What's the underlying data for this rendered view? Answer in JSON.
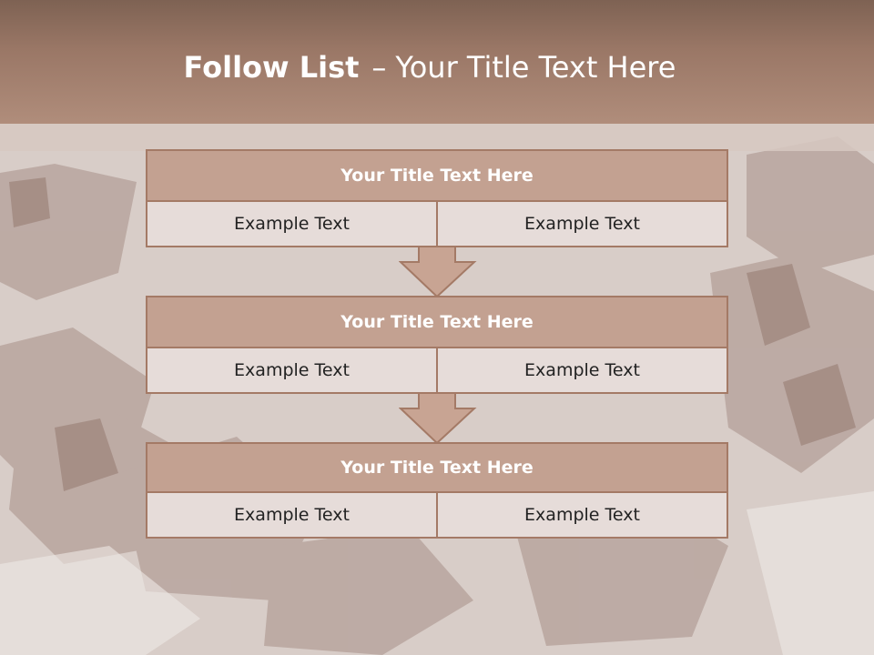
{
  "slide": {
    "title_bold": "Follow List",
    "title_dash": "–",
    "title_rest": "Your Title Text Here"
  },
  "steps": [
    {
      "title": "Your Title Text Here",
      "left": "Example Text",
      "right": "Example Text"
    },
    {
      "title": "Your Title Text Here",
      "left": "Example Text",
      "right": "Example Text"
    },
    {
      "title": "Your Title Text Here",
      "left": "Example Text",
      "right": "Example Text"
    }
  ],
  "colors": {
    "header_top": "#7e6253",
    "header_bottom": "#b08d7b",
    "step_title_fill": "#c3a191",
    "step_border": "#a47a66",
    "cell_fill": "#e6dcd9",
    "arrow_fill": "#c8a493"
  },
  "background": {
    "subject": "chocolate-chunks-photo"
  }
}
